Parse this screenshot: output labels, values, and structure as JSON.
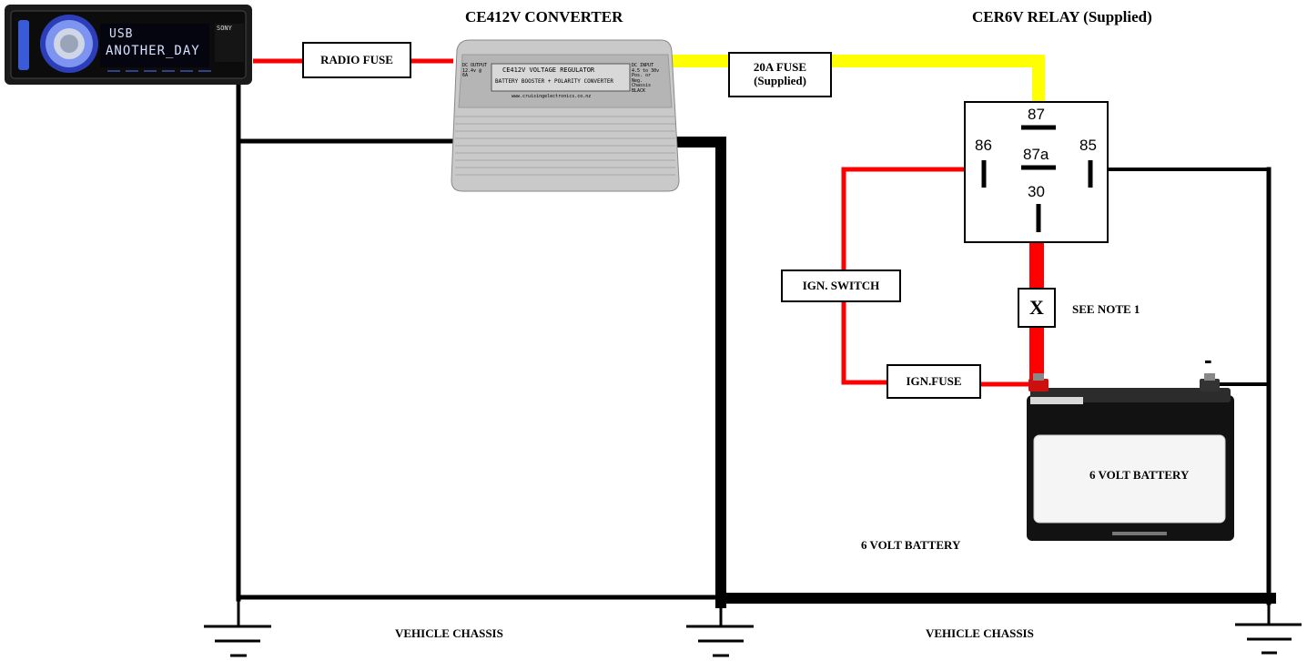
{
  "titles": {
    "converter": "CE412V CONVERTER",
    "relay": "CER6V RELAY (Supplied)"
  },
  "fuses": {
    "radio": "RADIO  FUSE",
    "main_line1": "20A FUSE",
    "main_line2": "(Supplied)",
    "ign": "IGN.FUSE"
  },
  "switch": "IGN. SWITCH",
  "note": {
    "x_mark": "X",
    "text": "SEE NOTE 1"
  },
  "relay_pins": {
    "p87": "87",
    "p87a": "87a",
    "p86": "86",
    "p85": "85",
    "p30": "30"
  },
  "battery": {
    "label_on_battery": "6 VOLT BATTERY",
    "label_below": "6 VOLT BATTERY",
    "neg_terminal": "-"
  },
  "chassis": {
    "left": "VEHICLE CHASSIS",
    "right": "VEHICLE CHASSIS"
  },
  "radio_unit": {
    "brand": "SONY",
    "display_line1": "USB",
    "display_line2": "ANOTHER_DAY"
  },
  "converter_unit": {
    "left_panel": "DC OUTPUT 12.4v @ 6A",
    "title": "CE412V VOLTAGE REGULATOR",
    "subtitle": "BATTERY BOOSTER + POLARITY CONVERTER",
    "right_panel": "DC INPUT 4.5 to 30v Pos. or Neg. Chassis BLACK",
    "url": "www.cruisingelectronics.co.nz"
  },
  "colors": {
    "wire_black": "#000000",
    "wire_red": "#ff0000",
    "wire_yellow": "#ffff00"
  }
}
